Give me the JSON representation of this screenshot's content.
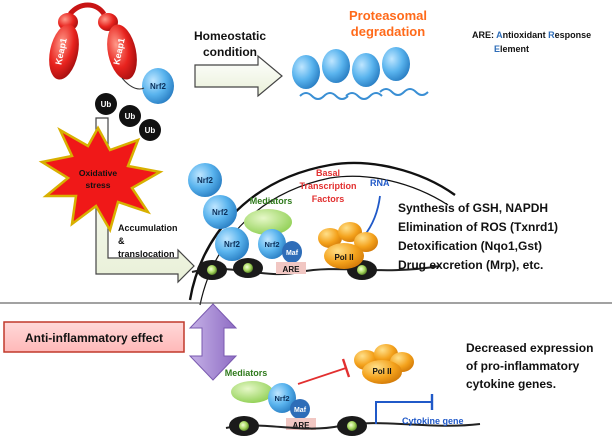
{
  "labels": {
    "keap1_a": "Keap1",
    "keap1_b": "Keap1",
    "nrf2": "Nrf2",
    "ub": "Ub",
    "homeostatic_line1": "Homeostatic",
    "homeostatic_line2": "condition",
    "proteasomal_line1": "Proteasomal",
    "proteasomal_line2": "degradation",
    "are_legend_prefix": "ARE: ",
    "are_legend_a": "A",
    "are_legend_ntioxidant": "ntioxidant ",
    "are_legend_r": "R",
    "are_legend_esponse": "esponse",
    "are_legend_e": "E",
    "are_legend_lement": "lement",
    "oxidative_line1": "Oxidative",
    "oxidative_line2": "stress",
    "accumulation_line1": "Accumulation",
    "accumulation_line2": "&",
    "accumulation_line3": "translocation",
    "mediators": "Mediators",
    "basal_line1": "Basal",
    "basal_line2": "Transcription",
    "basal_line3": "Factors",
    "rna": "RNA",
    "maf": "Maf",
    "are": "ARE",
    "pol2": "Pol II",
    "anti_inflammatory": "Anti-inflammatory effect",
    "cytokine_gene": "Cytokine gene"
  },
  "effects": [
    "Synthesis of GSH, NAPDH",
    "Elimination of ROS (Txnrd1)",
    "Detoxification (Nqo1,Gst)",
    "Drug excretion (Mrp), etc."
  ],
  "decreased": [
    "Decreased expression",
    "of pro-inflammatory",
    "cytokine genes."
  ],
  "colors": {
    "keap1": "#e8231e",
    "nrf2": "#5ab4ee",
    "ub": "#111111",
    "proteasomal": "#ff6a1a",
    "mediators": "#9ad65c",
    "pol2": "#f4a21c",
    "maf": "#2e6db8",
    "are_box": "#f1c7c3",
    "anti_arrow": "#a98ad0",
    "cytokine": "#2059c8",
    "inhibit": "#e23030"
  }
}
